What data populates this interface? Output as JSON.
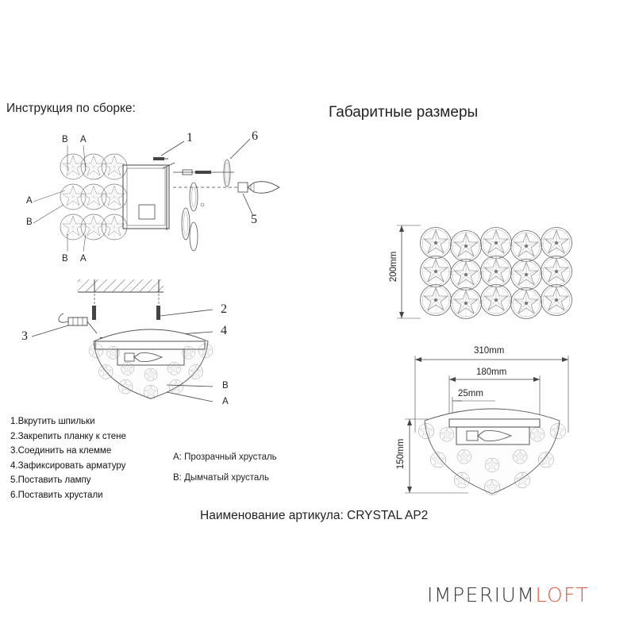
{
  "assembly": {
    "title": "Инструкция по сборке:",
    "callouts": [
      "1",
      "2",
      "3",
      "4",
      "5",
      "6"
    ],
    "crystal_letters": {
      "a": "A",
      "b": "B"
    },
    "steps": [
      "1.Вкрутить шпильки",
      "2.Закрепить планку к стене",
      "3.Соединить на клемме",
      "4.Зафиксировать арматуру",
      "5.Поставить лампу",
      "6.Поставить хрустали"
    ],
    "legend": [
      {
        "key": "A:",
        "text": "Прозрачный хрусталь"
      },
      {
        "key": "B:",
        "text": "Дымчатый хрусталь"
      }
    ]
  },
  "dimensions": {
    "title": "Габаритные размеры",
    "height_front": "200mm",
    "width_total": "310mm",
    "width_plate": "180mm",
    "depth_bracket": "25mm",
    "height_side": "150mm"
  },
  "article": {
    "label": "Наименование артикула: CRYSTAL AP2"
  },
  "brand": {
    "part1": "IMPERIUM",
    "part2": "LOFT",
    "color1": "#3a3a3a",
    "color2": "#e0573a"
  }
}
